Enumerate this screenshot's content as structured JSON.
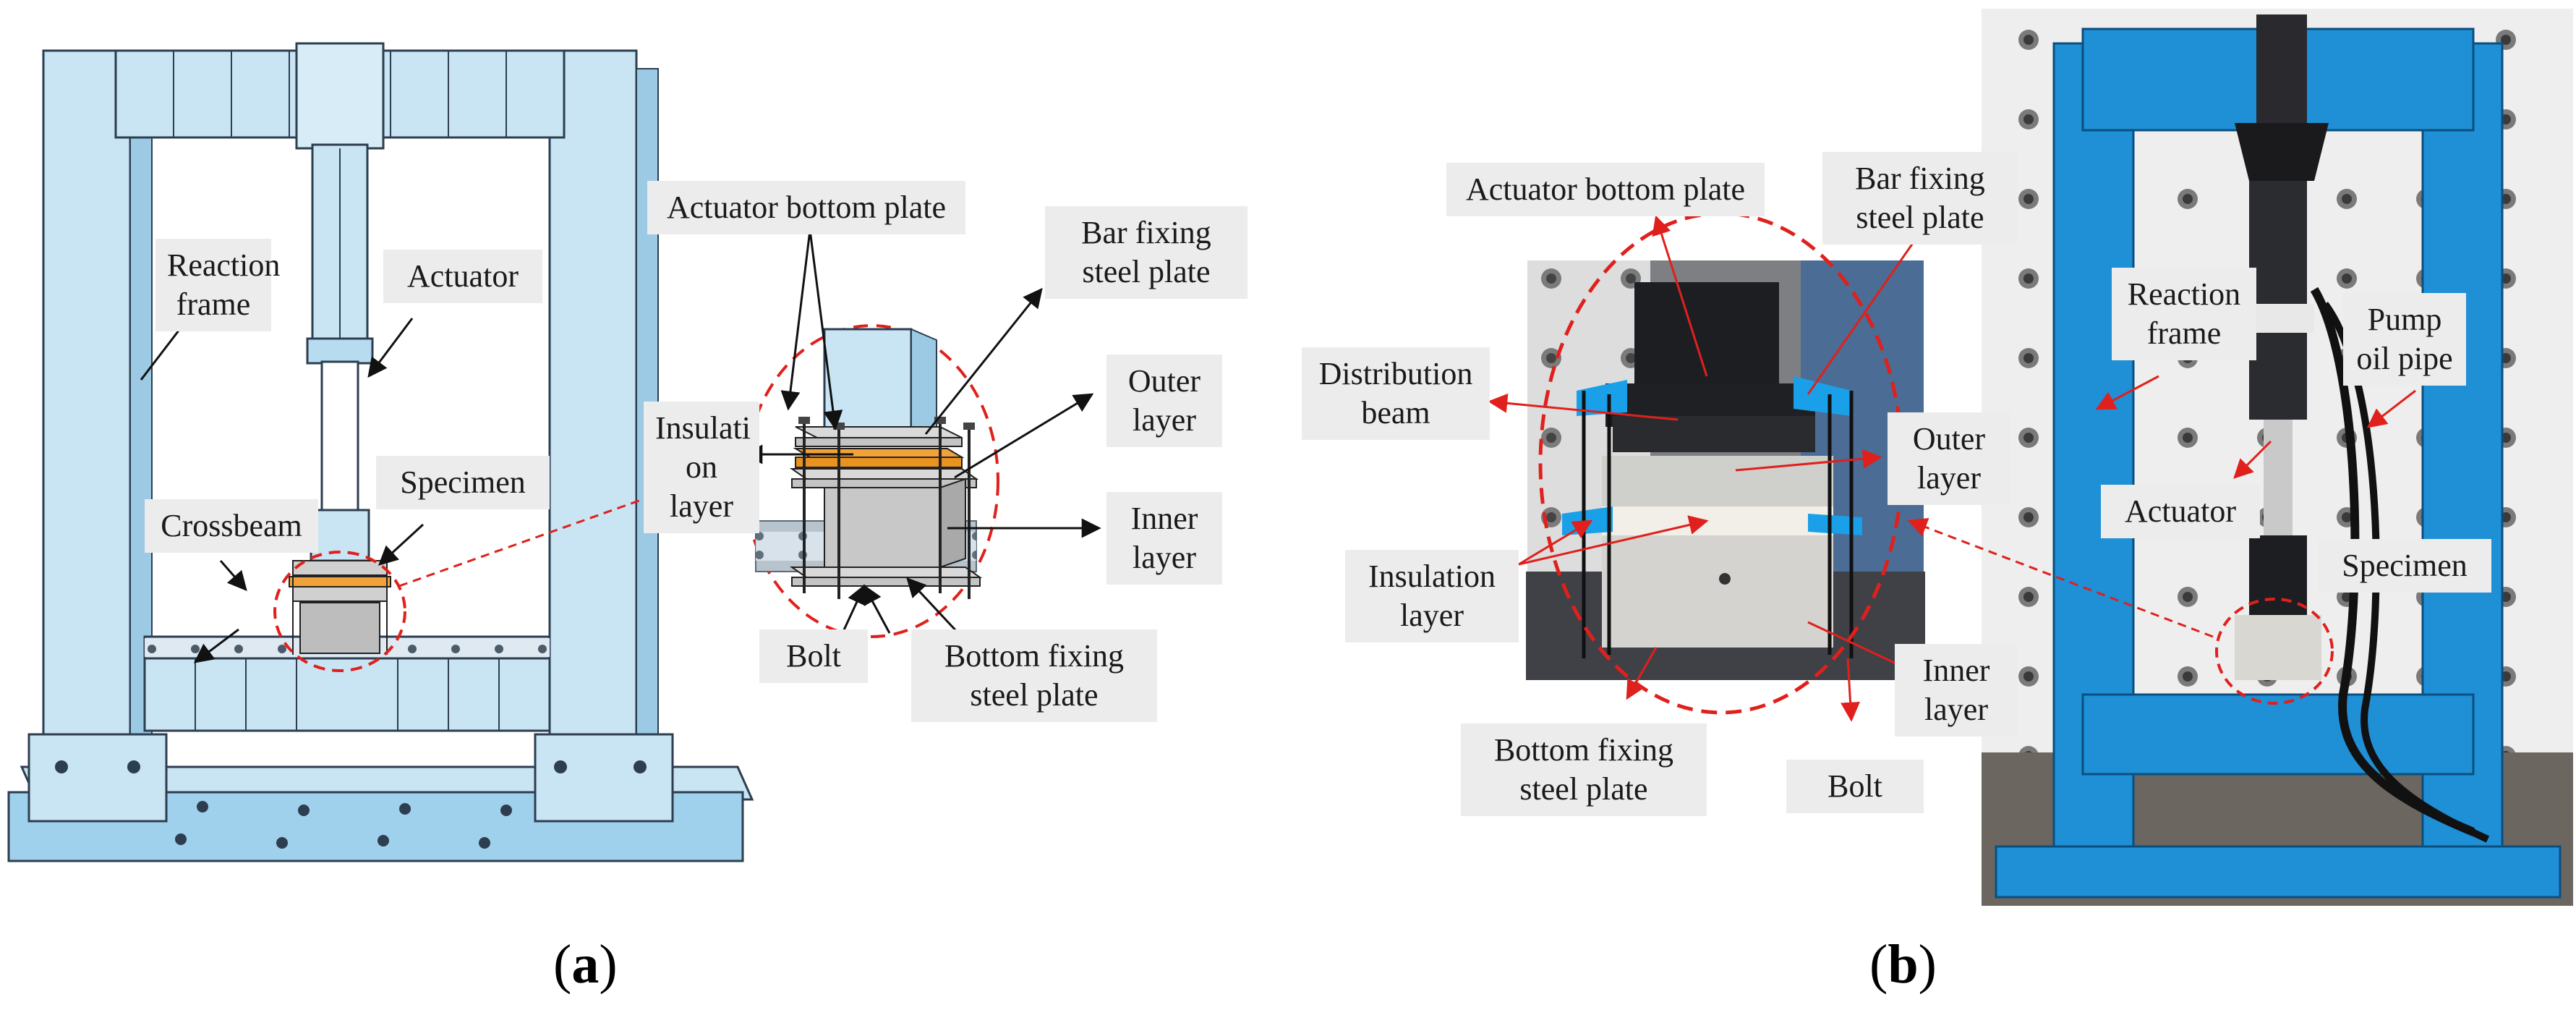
{
  "panel_a": {
    "caption_open": "(",
    "caption_letter": "a",
    "caption_close": ")",
    "labels": {
      "reaction_frame": "Reaction\nframe",
      "actuator": "Actuator",
      "specimen": "Specimen",
      "crossbeam": "Crossbeam",
      "actuator_bottom_plate": "Actuator bottom plate",
      "bar_fixing_steel_plate": "Bar fixing\nsteel plate",
      "insulation_layer": "Insulati\non layer",
      "outer_layer": "Outer\nlayer",
      "inner_layer": "Inner\nlayer",
      "bolt": "Bolt",
      "bottom_fixing_steel_plate": "Bottom fixing\nsteel plate"
    }
  },
  "panel_b": {
    "caption_open": "(",
    "caption_letter": "b",
    "caption_close": ")",
    "labels": {
      "actuator_bottom_plate": "Actuator bottom plate",
      "bar_fixing_steel_plate": "Bar fixing\nsteel plate",
      "distribution_beam": "Distribution\nbeam",
      "outer_layer": "Outer\nlayer",
      "insulation_layer": "Insulation\nlayer",
      "inner_layer": "Inner\nlayer",
      "bottom_fixing_steel_plate": "Bottom fixing\nsteel plate",
      "bolt": "Bolt",
      "reaction_frame": "Reaction\nframe",
      "pump_oil_pipe": "Pump\noil pipe",
      "actuator": "Actuator",
      "specimen": "Specimen"
    }
  },
  "colors": {
    "frame_light_blue": "#c9e4f3",
    "frame_outline": "#2c3e50",
    "photo_frame_blue": "#1f8fd6",
    "callout_red": "#e0201c",
    "insulation_orange": "#f2a23a",
    "label_bg": "#ececec"
  }
}
